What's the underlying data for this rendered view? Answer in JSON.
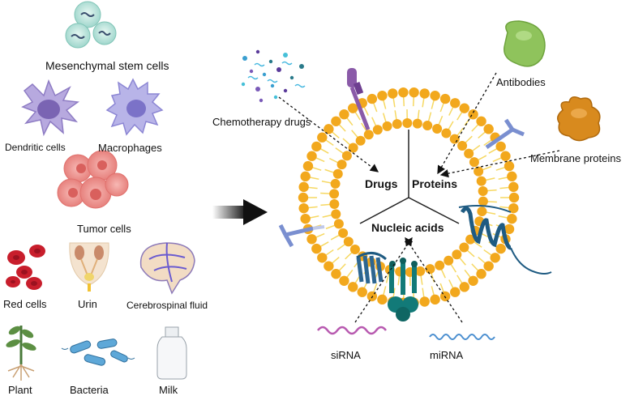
{
  "sources": {
    "msc": "Mesenchymal stem cells",
    "dendritic": "Dendritic cells",
    "macrophages": "Macrophages",
    "tumor": "Tumor cells",
    "red": "Red cells",
    "urin": "Urin",
    "csf": "Cerebrospinal fluid",
    "plant": "Plant",
    "bacteria": "Bacteria",
    "milk": "Milk"
  },
  "cargo_labels": {
    "chemo": "Chemotherapy drugs",
    "antibodies": "Antibodies",
    "membrane_proteins": "Membrane proteins",
    "sirna": "siRNA",
    "mirna": "miRNA"
  },
  "interior": {
    "drugs": "Drugs",
    "proteins": "Proteins",
    "nucleic_acids": "Nucleic acids"
  },
  "colors": {
    "lipid_head": "#f2a81d",
    "lipid_tail": "#f6d862",
    "receptor_blue": "#1f5b82",
    "teal": "#127a78",
    "antibody_green": "#8fc35c",
    "membrane_protein_orange": "#d88a1e",
    "purple": "#8a5aa8",
    "arrow": "#111111"
  }
}
